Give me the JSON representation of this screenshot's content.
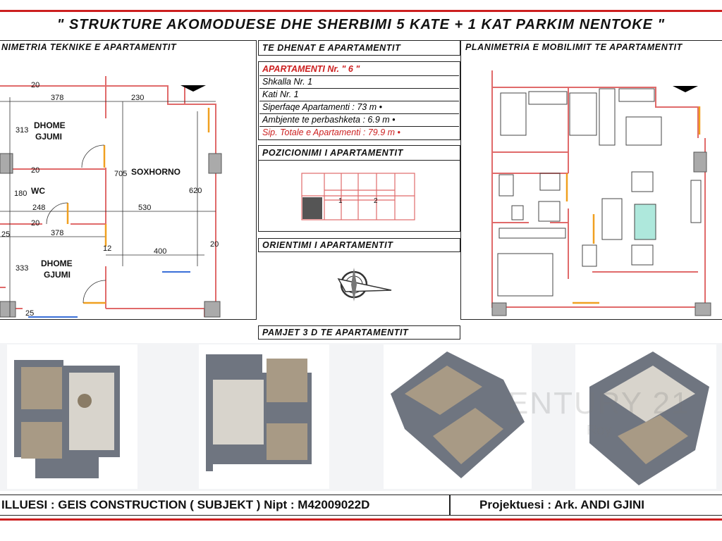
{
  "title": "\" STRUKTURE  AKOMODUESE  DHE  SHERBIMI  5  KATE  +  1 KAT  PARKIM  NENTOKE \"",
  "left_panel": {
    "header": "NIMETRIA  TEKNIKE  E  APARTAMENTIT",
    "rooms": [
      "DHOME",
      "GJUMI",
      "SOXHORNO",
      "WC",
      "DHOME",
      "GJUMI"
    ],
    "dims": [
      "20",
      "378",
      "230",
      "313",
      "20",
      "705",
      "620",
      "180",
      "248",
      "530",
      "20",
      "25",
      "378",
      "12",
      "400",
      "20",
      "333",
      "25"
    ]
  },
  "data_panel": {
    "header": "TE DHENAT  E  APARTAMENTIT",
    "rows": [
      "APARTAMENTI   Nr.  \" 6  \"",
      "Shkalla   Nr.  1",
      "Kati   Nr.  1",
      "Siperfaqe  Apartamenti :  73  m •",
      "Ambjente  te  perbashketa :  6.9  m •",
      "Sip. Totale e Apartamenti :  79.9  m •"
    ],
    "position_header": "POZICIONIMI  I  APARTAMENTIT",
    "position_labels": [
      "1",
      "2"
    ],
    "orientation_header": "ORIENTIMI  I  APARTAMENTIT",
    "views_header": "PAMJET  3 D  TE  APARTAMENTIT"
  },
  "right_panel": {
    "header": "PLANIMETRIA  E  MOBILIMIT  TE  APARTAMENTIT"
  },
  "watermark": {
    "line1": "ENTURY 21",
    "line2": "Roy"
  },
  "footer": {
    "builder": "ILLUESI : GEIS  CONSTRUCTION  ( SUBJEKT )   Nipt : M42009022D",
    "designer": "Projektuesi : Ark. ANDI  GJINI"
  },
  "colors": {
    "accent_red": "#cc1f1f",
    "wall": "#e06a6a",
    "door": "#f0a020",
    "dim_line": "#333333"
  }
}
